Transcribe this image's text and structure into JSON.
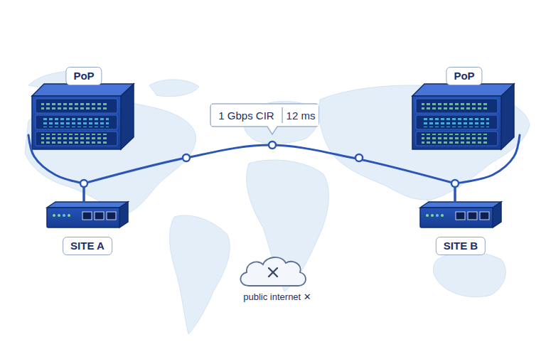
{
  "diagram": {
    "nodes": [
      {
        "text": [
          "PoP"
        ]
      },
      {
        "text": [
          "SITE A"
        ]
      },
      {
        "text": [
          "PoP"
        ]
      },
      {
        "text": [
          "SITE B"
        ]
      }
    ],
    "edges": [
      {
        "from": 0,
        "to": 1,
        "arrow": "none"
      },
      {
        "from": 1,
        "to": 3,
        "label": "1 Gbps CIR",
        "arrow": "none"
      },
      {
        "from": 3,
        "to": 2,
        "arrow": "none"
      }
    ],
    "labels": [
      "12 ms",
      "public internet ✕"
    ]
  }
}
